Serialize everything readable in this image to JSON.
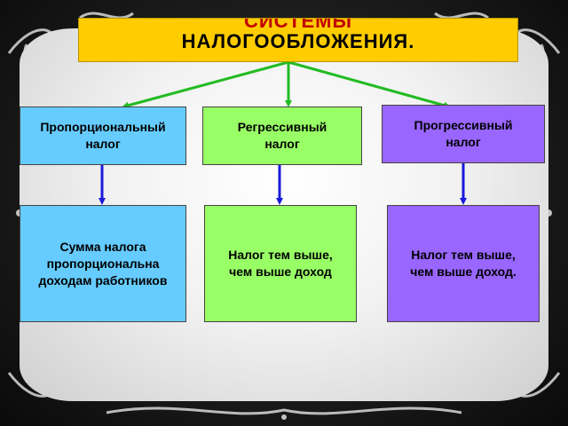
{
  "title": {
    "line1": "СИСТЕМЫ",
    "line2": "НАЛОГООБЛОЖЕНИЯ."
  },
  "taxes": [
    {
      "name": "Пропорциональный\nналог",
      "description": "Сумма налога\nпропорциональна\nдоходам работников",
      "color": "#66ccff"
    },
    {
      "name": "Регрессивный\nналог",
      "description": "Налог тем выше,\nчем выше доход",
      "color": "#99ff66"
    },
    {
      "name": "Прогрессивный\nналог",
      "description": "Налог тем выше,\nчем выше доход.",
      "color": "#9966ff"
    }
  ],
  "colors": {
    "title_fill": "#ffcc00",
    "title_text_top": "#c00000",
    "connector_top": "#22bb22",
    "connector_bottom": "#1a1adb"
  }
}
